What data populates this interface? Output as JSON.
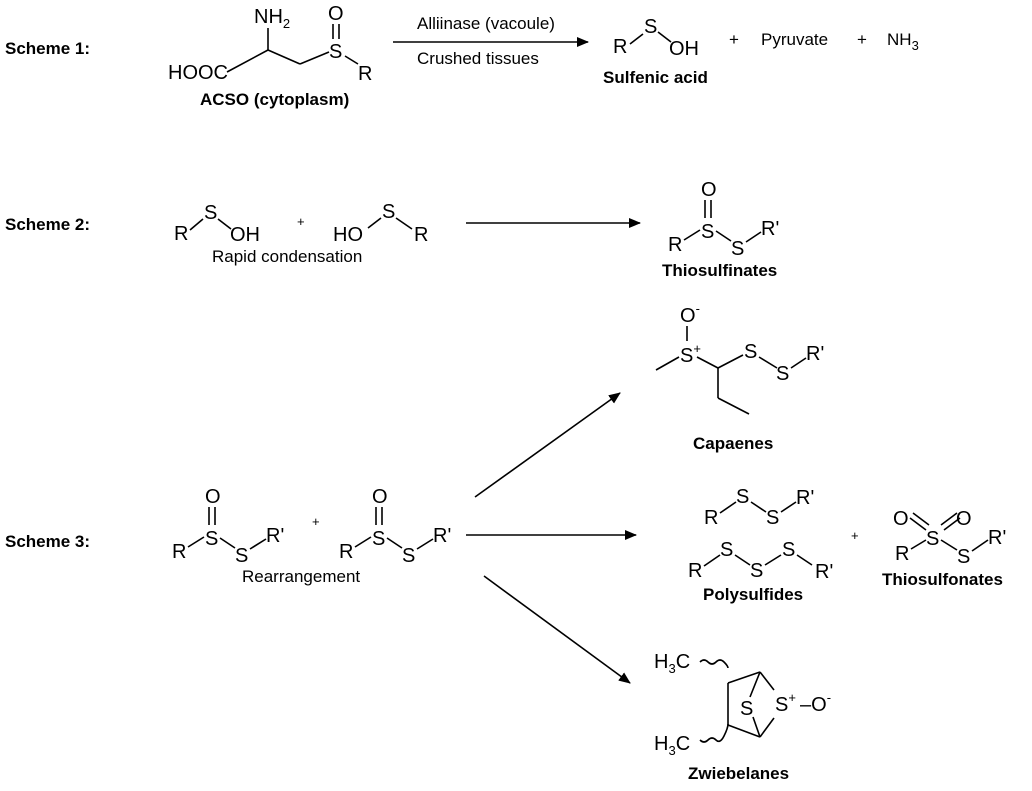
{
  "schemes": {
    "s1": "Scheme 1:",
    "s2": "Scheme 2:",
    "s3": "Scheme 3:"
  },
  "atoms": {
    "nh": "NH",
    "two": "2",
    "hooc": "HOOC",
    "S": "S",
    "O": "O",
    "R": "R",
    "Rp": "R'",
    "OH": "OH",
    "HO": "HO",
    "H": "H",
    "C": "C",
    "three": "3",
    "minus": "-",
    "plus": "+",
    "sdash": "S",
    "dashO": "–O"
  },
  "labels": {
    "acso": "ACSO (cytoplasm)",
    "alliinase": "Alliinase (vacoule)",
    "crushed": "Crushed tissues",
    "sulfenic": "Sulfenic acid",
    "pyruvate": "Pyruvate",
    "nh3": "NH",
    "rapid": "Rapid condensation",
    "thiosulfinates": "Thiosulfinates",
    "capaenes": "Capaenes",
    "rearrangement": "Rearrangement",
    "polysulfides": "Polysulfides",
    "thiosulfonates": "Thiosulfonates",
    "zwiebelanes": "Zwiebelanes"
  }
}
